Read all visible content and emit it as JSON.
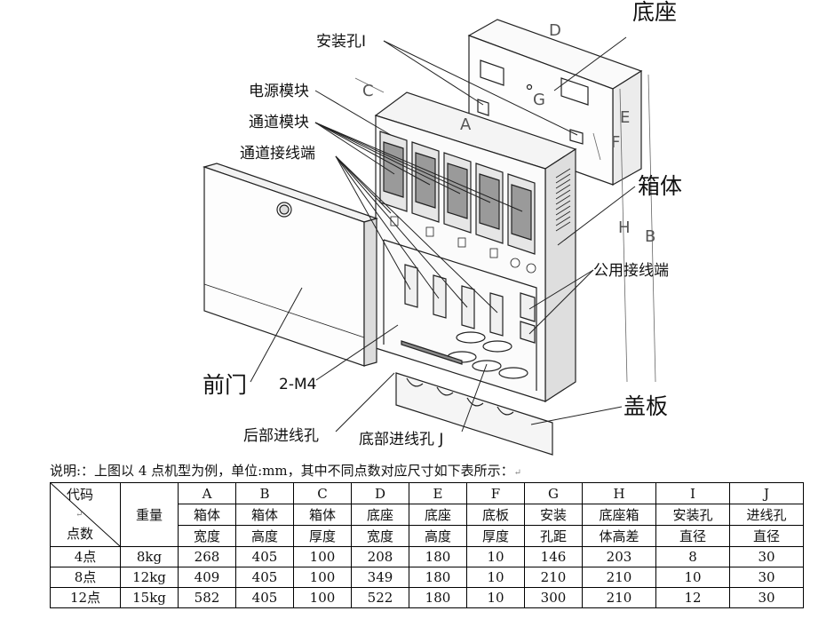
{
  "labels": {
    "base": "底座",
    "mount_hole": "安装孔I",
    "power_module": "电源模块",
    "channel_module": "通道模块",
    "channel_terminal": "通道接线端",
    "box": "箱体",
    "common_terminal": "公用接线端",
    "front_door": "前门",
    "m4": "2-M4",
    "cover": "盖板",
    "rear_inlet": "后部进线孔",
    "bottom_inlet": "底部进线孔 J"
  },
  "dim_letters": {
    "a": "A",
    "b": "B",
    "c": "C",
    "d": "D",
    "e": "E",
    "f": "F",
    "g": "G",
    "h": "H"
  },
  "note": "说明:：上图以 4 点机型为例，单位:mm，其中不同点数对应尺寸如下表所示：",
  "table": {
    "corner_top": "代码",
    "corner_bottom": "点数",
    "weight_header": "重量",
    "codes": [
      "A",
      "B",
      "C",
      "D",
      "E",
      "F",
      "G",
      "H",
      "I",
      "J"
    ],
    "names_line1": [
      "箱体",
      "箱体",
      "箱体",
      "底座",
      "底座",
      "底板",
      "安装",
      "底座箱",
      "安装孔",
      "进线孔"
    ],
    "names_line2": [
      "宽度",
      "高度",
      "厚度",
      "宽度",
      "高度",
      "厚度",
      "孔距",
      "体高差",
      "直径",
      "直径"
    ],
    "rows": [
      {
        "points": "4点",
        "weight": "8kg",
        "values": [
          "268",
          "405",
          "100",
          "208",
          "180",
          "10",
          "146",
          "203",
          "8",
          "30"
        ]
      },
      {
        "points": "8点",
        "weight": "12kg",
        "values": [
          "409",
          "405",
          "100",
          "349",
          "180",
          "10",
          "210",
          "210",
          "10",
          "30"
        ]
      },
      {
        "points": "12点",
        "weight": "15kg",
        "values": [
          "582",
          "405",
          "100",
          "522",
          "180",
          "10",
          "300",
          "210",
          "12",
          "30"
        ]
      }
    ]
  }
}
